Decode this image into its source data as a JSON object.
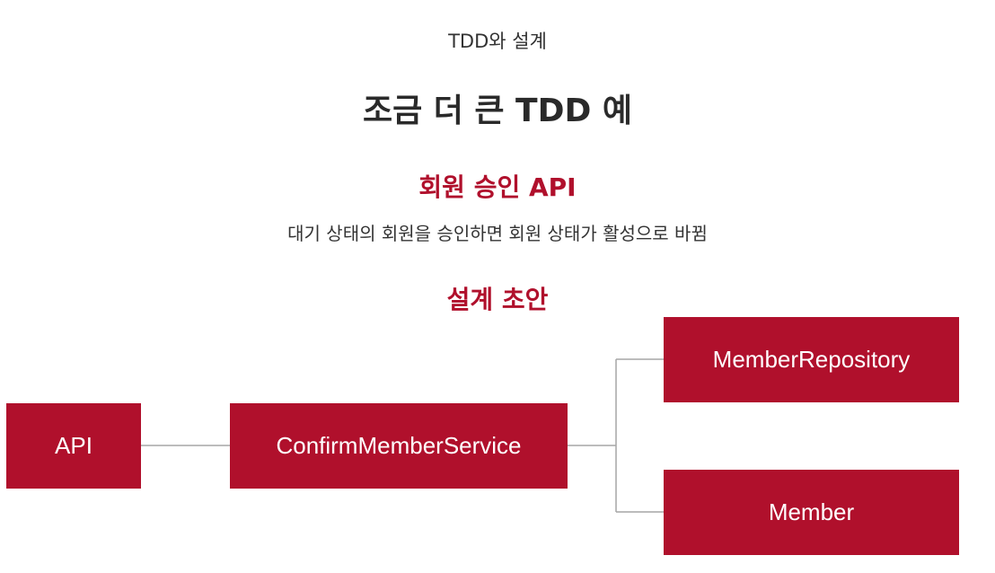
{
  "slide": {
    "section_label": "TDD와 설계",
    "title": "조금 더 큰 TDD 예",
    "topic_title": "회원 승인 API",
    "topic_description": "대기 상태의 회원을 승인하면 회원 상태가 활성으로 바뀜",
    "design_title": "설계 초안"
  },
  "diagram": {
    "nodes": {
      "api": "API",
      "service": "ConfirmMemberService",
      "repository": "MemberRepository",
      "member": "Member"
    },
    "edges": [
      [
        "api",
        "service"
      ],
      [
        "service",
        "repository"
      ],
      [
        "service",
        "member"
      ]
    ]
  },
  "colors": {
    "accent": "#b0102c",
    "connector": "#a6a6a6",
    "text_dark": "#2a2a2a"
  }
}
